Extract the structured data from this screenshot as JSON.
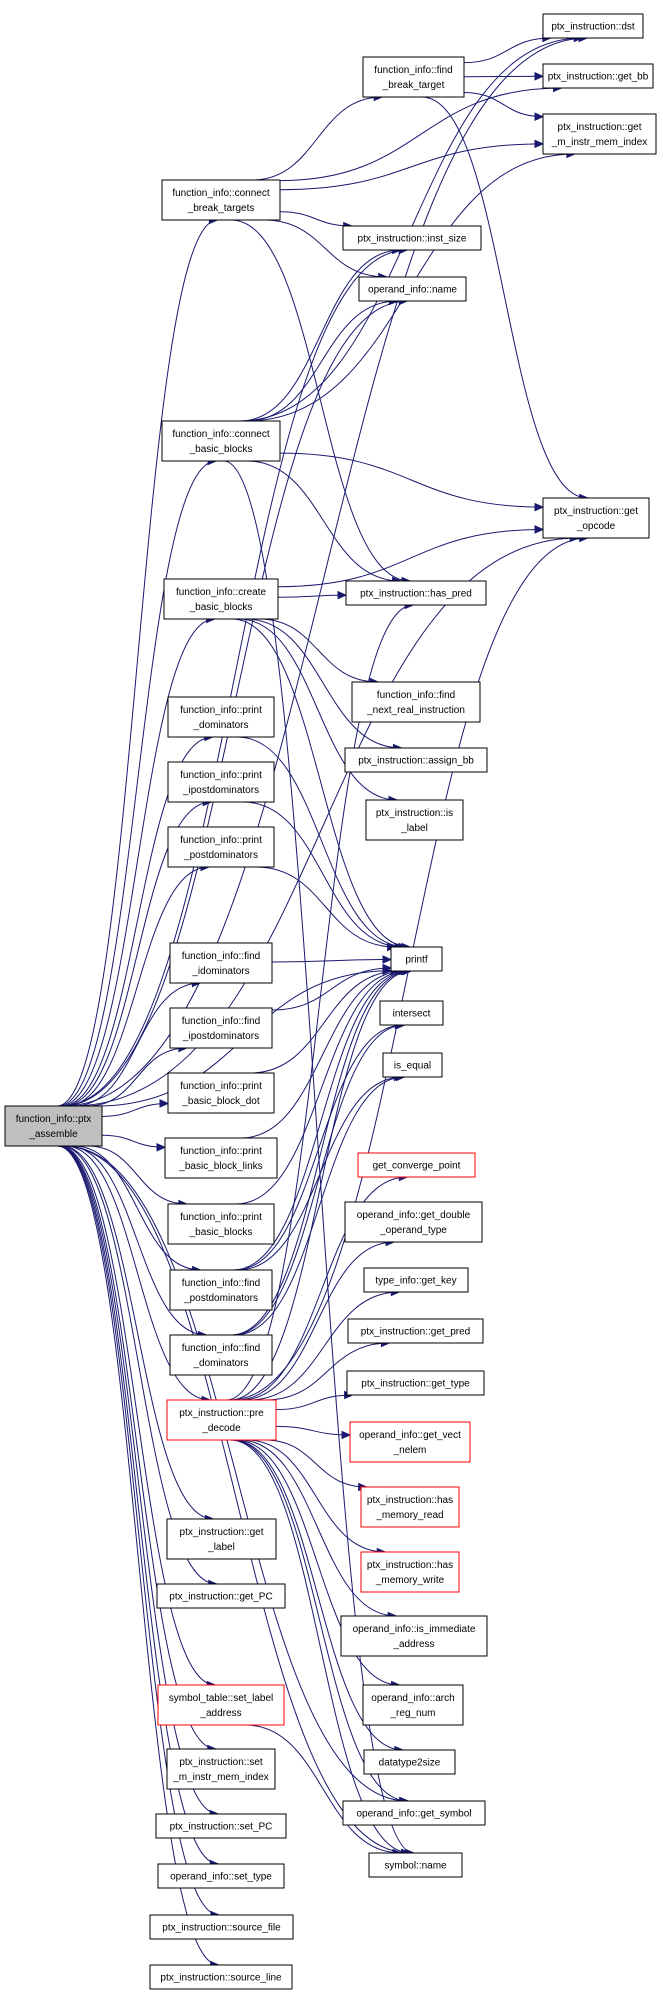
{
  "colors": {
    "edge": "#191970",
    "node_border": "#000000",
    "node_fill": "#ffffff",
    "root_fill": "#bfbfbf",
    "truncated_border": "#ff0000"
  },
  "graph": {
    "root": "function_info::ptx_assemble",
    "nodes": [
      {
        "id": "root",
        "lines": [
          "function_info::ptx",
          "_assemble"
        ],
        "kind": "root"
      },
      {
        "id": "connect_break_targets",
        "lines": [
          "function_info::connect",
          "_break_targets"
        ],
        "kind": "normal"
      },
      {
        "id": "find_break_target",
        "lines": [
          "function_info::find",
          "_break_target"
        ],
        "kind": "normal"
      },
      {
        "id": "dst",
        "lines": [
          "ptx_instruction::dst"
        ],
        "kind": "normal"
      },
      {
        "id": "get_bb",
        "lines": [
          "ptx_instruction::get_bb"
        ],
        "kind": "normal"
      },
      {
        "id": "get_m_instr_mem_index",
        "lines": [
          "ptx_instruction::get",
          "_m_instr_mem_index"
        ],
        "kind": "normal"
      },
      {
        "id": "inst_size",
        "lines": [
          "ptx_instruction::inst_size"
        ],
        "kind": "normal"
      },
      {
        "id": "operand_name",
        "lines": [
          "operand_info::name"
        ],
        "kind": "normal"
      },
      {
        "id": "connect_basic_blocks",
        "lines": [
          "function_info::connect",
          "_basic_blocks"
        ],
        "kind": "normal"
      },
      {
        "id": "get_opcode",
        "lines": [
          "ptx_instruction::get",
          "_opcode"
        ],
        "kind": "normal"
      },
      {
        "id": "create_basic_blocks",
        "lines": [
          "function_info::create",
          "_basic_blocks"
        ],
        "kind": "normal"
      },
      {
        "id": "has_pred",
        "lines": [
          "ptx_instruction::has_pred"
        ],
        "kind": "normal"
      },
      {
        "id": "find_next_real_instruction",
        "lines": [
          "function_info::find",
          "_next_real_instruction"
        ],
        "kind": "normal"
      },
      {
        "id": "assign_bb",
        "lines": [
          "ptx_instruction::assign_bb"
        ],
        "kind": "normal"
      },
      {
        "id": "is_label",
        "lines": [
          "ptx_instruction::is",
          "_label"
        ],
        "kind": "normal"
      },
      {
        "id": "print_dominators",
        "lines": [
          "function_info::print",
          "_dominators"
        ],
        "kind": "normal"
      },
      {
        "id": "print_ipostdominators",
        "lines": [
          "function_info::print",
          "_ipostdominators"
        ],
        "kind": "normal"
      },
      {
        "id": "print_postdominators",
        "lines": [
          "function_info::print",
          "_postdominators"
        ],
        "kind": "normal"
      },
      {
        "id": "printf",
        "lines": [
          "printf"
        ],
        "kind": "normal"
      },
      {
        "id": "find_idominators",
        "lines": [
          "function_info::find",
          "_idominators"
        ],
        "kind": "normal"
      },
      {
        "id": "find_ipostdominators",
        "lines": [
          "function_info::find",
          "_ipostdominators"
        ],
        "kind": "normal"
      },
      {
        "id": "intersect",
        "lines": [
          "intersect"
        ],
        "kind": "normal"
      },
      {
        "id": "print_basic_block_dot",
        "lines": [
          "function_info::print",
          "_basic_block_dot"
        ],
        "kind": "normal"
      },
      {
        "id": "is_equal",
        "lines": [
          "is_equal"
        ],
        "kind": "normal"
      },
      {
        "id": "print_basic_block_links",
        "lines": [
          "function_info::print",
          "_basic_block_links"
        ],
        "kind": "normal"
      },
      {
        "id": "get_converge_point",
        "lines": [
          "get_converge_point"
        ],
        "kind": "truncated"
      },
      {
        "id": "print_basic_blocks",
        "lines": [
          "function_info::print",
          "_basic_blocks"
        ],
        "kind": "normal"
      },
      {
        "id": "get_double_operand_type",
        "lines": [
          "operand_info::get_double",
          "_operand_type"
        ],
        "kind": "normal"
      },
      {
        "id": "find_postdominators",
        "lines": [
          "function_info::find",
          "_postdominators"
        ],
        "kind": "normal"
      },
      {
        "id": "get_key",
        "lines": [
          "type_info::get_key"
        ],
        "kind": "normal"
      },
      {
        "id": "find_dominators",
        "lines": [
          "function_info::find",
          "_dominators"
        ],
        "kind": "normal"
      },
      {
        "id": "get_pred",
        "lines": [
          "ptx_instruction::get_pred"
        ],
        "kind": "normal"
      },
      {
        "id": "pre_decode",
        "lines": [
          "ptx_instruction::pre",
          "_decode"
        ],
        "kind": "truncated"
      },
      {
        "id": "get_type",
        "lines": [
          "ptx_instruction::get_type"
        ],
        "kind": "normal"
      },
      {
        "id": "get_vect_nelem",
        "lines": [
          "operand_info::get_vect",
          "_nelem"
        ],
        "kind": "truncated"
      },
      {
        "id": "has_memory_read",
        "lines": [
          "ptx_instruction::has",
          "_memory_read"
        ],
        "kind": "truncated"
      },
      {
        "id": "get_label",
        "lines": [
          "ptx_instruction::get",
          "_label"
        ],
        "kind": "normal"
      },
      {
        "id": "has_memory_write",
        "lines": [
          "ptx_instruction::has",
          "_memory_write"
        ],
        "kind": "truncated"
      },
      {
        "id": "get_PC",
        "lines": [
          "ptx_instruction::get_PC"
        ],
        "kind": "normal"
      },
      {
        "id": "is_immediate_address",
        "lines": [
          "operand_info::is_immediate",
          "_address"
        ],
        "kind": "normal"
      },
      {
        "id": "set_label_address",
        "lines": [
          "symbol_table::set_label",
          "_address"
        ],
        "kind": "truncated"
      },
      {
        "id": "arch_reg_num",
        "lines": [
          "operand_info::arch",
          "_reg_num"
        ],
        "kind": "normal"
      },
      {
        "id": "set_m_instr_mem_index",
        "lines": [
          "ptx_instruction::set",
          "_m_instr_mem_index"
        ],
        "kind": "normal"
      },
      {
        "id": "datatype2size",
        "lines": [
          "datatype2size"
        ],
        "kind": "normal"
      },
      {
        "id": "set_PC",
        "lines": [
          "ptx_instruction::set_PC"
        ],
        "kind": "normal"
      },
      {
        "id": "get_symbol",
        "lines": [
          "operand_info::get_symbol"
        ],
        "kind": "normal"
      },
      {
        "id": "set_type",
        "lines": [
          "operand_info::set_type"
        ],
        "kind": "normal"
      },
      {
        "id": "symbol_name",
        "lines": [
          "symbol::name"
        ],
        "kind": "normal"
      },
      {
        "id": "source_file",
        "lines": [
          "ptx_instruction::source_file"
        ],
        "kind": "normal"
      },
      {
        "id": "source_line",
        "lines": [
          "ptx_instruction::source_line"
        ],
        "kind": "normal"
      }
    ],
    "edges": [
      [
        "root",
        "dst"
      ],
      [
        "root",
        "connect_break_targets"
      ],
      [
        "root",
        "inst_size"
      ],
      [
        "root",
        "operand_name"
      ],
      [
        "root",
        "connect_basic_blocks"
      ],
      [
        "root",
        "get_opcode"
      ],
      [
        "root",
        "create_basic_blocks"
      ],
      [
        "root",
        "printf"
      ],
      [
        "root",
        "print_dominators"
      ],
      [
        "root",
        "print_ipostdominators"
      ],
      [
        "root",
        "print_postdominators"
      ],
      [
        "root",
        "find_idominators"
      ],
      [
        "root",
        "find_ipostdominators"
      ],
      [
        "root",
        "print_basic_block_dot"
      ],
      [
        "root",
        "print_basic_block_links"
      ],
      [
        "root",
        "print_basic_blocks"
      ],
      [
        "root",
        "find_postdominators"
      ],
      [
        "root",
        "find_dominators"
      ],
      [
        "root",
        "pre_decode"
      ],
      [
        "root",
        "get_label"
      ],
      [
        "root",
        "get_PC"
      ],
      [
        "root",
        "set_label_address"
      ],
      [
        "root",
        "set_m_instr_mem_index"
      ],
      [
        "root",
        "set_PC"
      ],
      [
        "root",
        "set_type"
      ],
      [
        "root",
        "source_file"
      ],
      [
        "root",
        "source_line"
      ],
      [
        "root",
        "get_symbol"
      ],
      [
        "root",
        "symbol_name"
      ],
      [
        "connect_break_targets",
        "find_break_target"
      ],
      [
        "connect_break_targets",
        "get_bb"
      ],
      [
        "connect_break_targets",
        "get_m_instr_mem_index"
      ],
      [
        "connect_break_targets",
        "inst_size"
      ],
      [
        "connect_break_targets",
        "operand_name"
      ],
      [
        "connect_break_targets",
        "has_pred"
      ],
      [
        "find_break_target",
        "dst"
      ],
      [
        "find_break_target",
        "get_bb"
      ],
      [
        "find_break_target",
        "get_m_instr_mem_index"
      ],
      [
        "find_break_target",
        "get_opcode"
      ],
      [
        "connect_basic_blocks",
        "dst"
      ],
      [
        "connect_basic_blocks",
        "get_m_instr_mem_index"
      ],
      [
        "connect_basic_blocks",
        "inst_size"
      ],
      [
        "connect_basic_blocks",
        "operand_name"
      ],
      [
        "connect_basic_blocks",
        "get_opcode"
      ],
      [
        "connect_basic_blocks",
        "has_pred"
      ],
      [
        "connect_basic_blocks",
        "symbol_name"
      ],
      [
        "create_basic_blocks",
        "has_pred"
      ],
      [
        "create_basic_blocks",
        "get_opcode"
      ],
      [
        "create_basic_blocks",
        "find_next_real_instruction"
      ],
      [
        "create_basic_blocks",
        "assign_bb"
      ],
      [
        "create_basic_blocks",
        "is_label"
      ],
      [
        "create_basic_blocks",
        "printf"
      ],
      [
        "print_dominators",
        "printf"
      ],
      [
        "print_ipostdominators",
        "printf"
      ],
      [
        "print_postdominators",
        "printf"
      ],
      [
        "find_idominators",
        "printf"
      ],
      [
        "find_ipostdominators",
        "printf"
      ],
      [
        "print_basic_block_dot",
        "printf"
      ],
      [
        "print_basic_block_links",
        "printf"
      ],
      [
        "print_basic_blocks",
        "printf"
      ],
      [
        "find_postdominators",
        "printf"
      ],
      [
        "find_postdominators",
        "intersect"
      ],
      [
        "find_postdominators",
        "is_equal"
      ],
      [
        "find_dominators",
        "printf"
      ],
      [
        "find_dominators",
        "intersect"
      ],
      [
        "find_dominators",
        "is_equal"
      ],
      [
        "pre_decode",
        "printf"
      ],
      [
        "pre_decode",
        "get_opcode"
      ],
      [
        "pre_decode",
        "has_pred"
      ],
      [
        "pre_decode",
        "get_converge_point"
      ],
      [
        "pre_decode",
        "get_double_operand_type"
      ],
      [
        "pre_decode",
        "get_key"
      ],
      [
        "pre_decode",
        "get_pred"
      ],
      [
        "pre_decode",
        "get_type"
      ],
      [
        "pre_decode",
        "get_vect_nelem"
      ],
      [
        "pre_decode",
        "has_memory_read"
      ],
      [
        "pre_decode",
        "has_memory_write"
      ],
      [
        "pre_decode",
        "is_immediate_address"
      ],
      [
        "pre_decode",
        "arch_reg_num"
      ],
      [
        "pre_decode",
        "datatype2size"
      ],
      [
        "pre_decode",
        "get_symbol"
      ],
      [
        "pre_decode",
        "symbol_name"
      ],
      [
        "set_label_address",
        "symbol_name"
      ]
    ]
  }
}
